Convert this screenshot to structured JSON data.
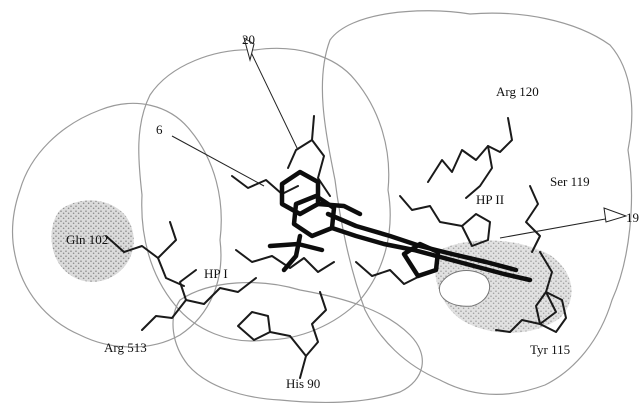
{
  "labels": {
    "l20": "20",
    "l6": "6",
    "arg120": "Arg 120",
    "ser119": "Ser 119",
    "hp2": "HP II",
    "l19": "19",
    "gln": "Gln 102",
    "hp1": "HP I",
    "arg513": "Arg 513",
    "his90": "His 90",
    "tyr115": "Tyr 115"
  },
  "colors": {
    "surface_dots": "#5a5a5a",
    "surface_fill": "#e4e4e4",
    "background": "#ffffff",
    "sticks": "#1a1a1a"
  }
}
